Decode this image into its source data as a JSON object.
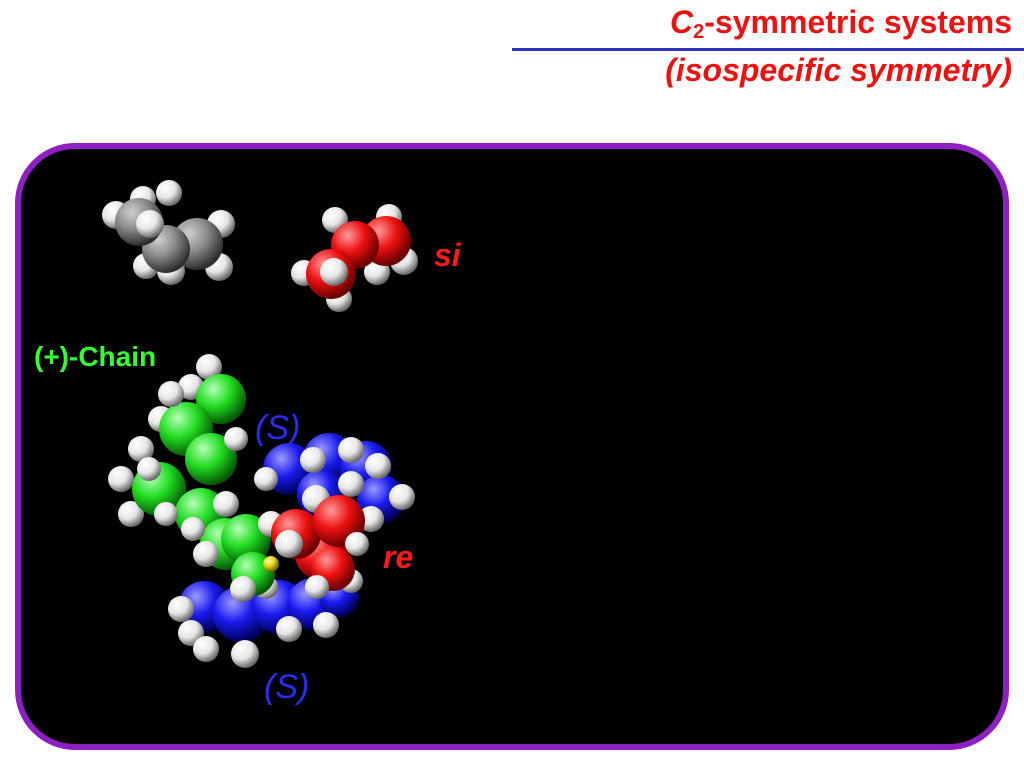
{
  "title": {
    "line1_italic": "C",
    "line1_sub": "2",
    "line1_rest": "-symmetric systems",
    "line2": "(isospecific symmetry)"
  },
  "labels": {
    "si": "si",
    "chain": "(+)-Chain",
    "s_top": "(S)",
    "re": "re",
    "s_bottom": "(S)"
  },
  "colors": {
    "title": "#ee1111",
    "rule": "#3333bb",
    "frame_border": "#8e1fc2",
    "frame_bg": "#000000",
    "si_label": "#ff1a1a",
    "re_label": "#ff1a1a",
    "chain_label": "#33ff33",
    "s_label": "#2b2bff"
  },
  "molecules": [
    {
      "name": "gray-propene-model",
      "atom_color": "#888888"
    },
    {
      "name": "red-propene-si-model",
      "atom_color": "#ee1111"
    },
    {
      "name": "green-chain-model",
      "atom_color": "#22dd22"
    },
    {
      "name": "blue-ligand-top-model",
      "atom_color": "#1a1aee"
    },
    {
      "name": "blue-ligand-bottom-model",
      "atom_color": "#1a1aee"
    },
    {
      "name": "red-propene-re-model",
      "atom_color": "#ee1111"
    }
  ]
}
